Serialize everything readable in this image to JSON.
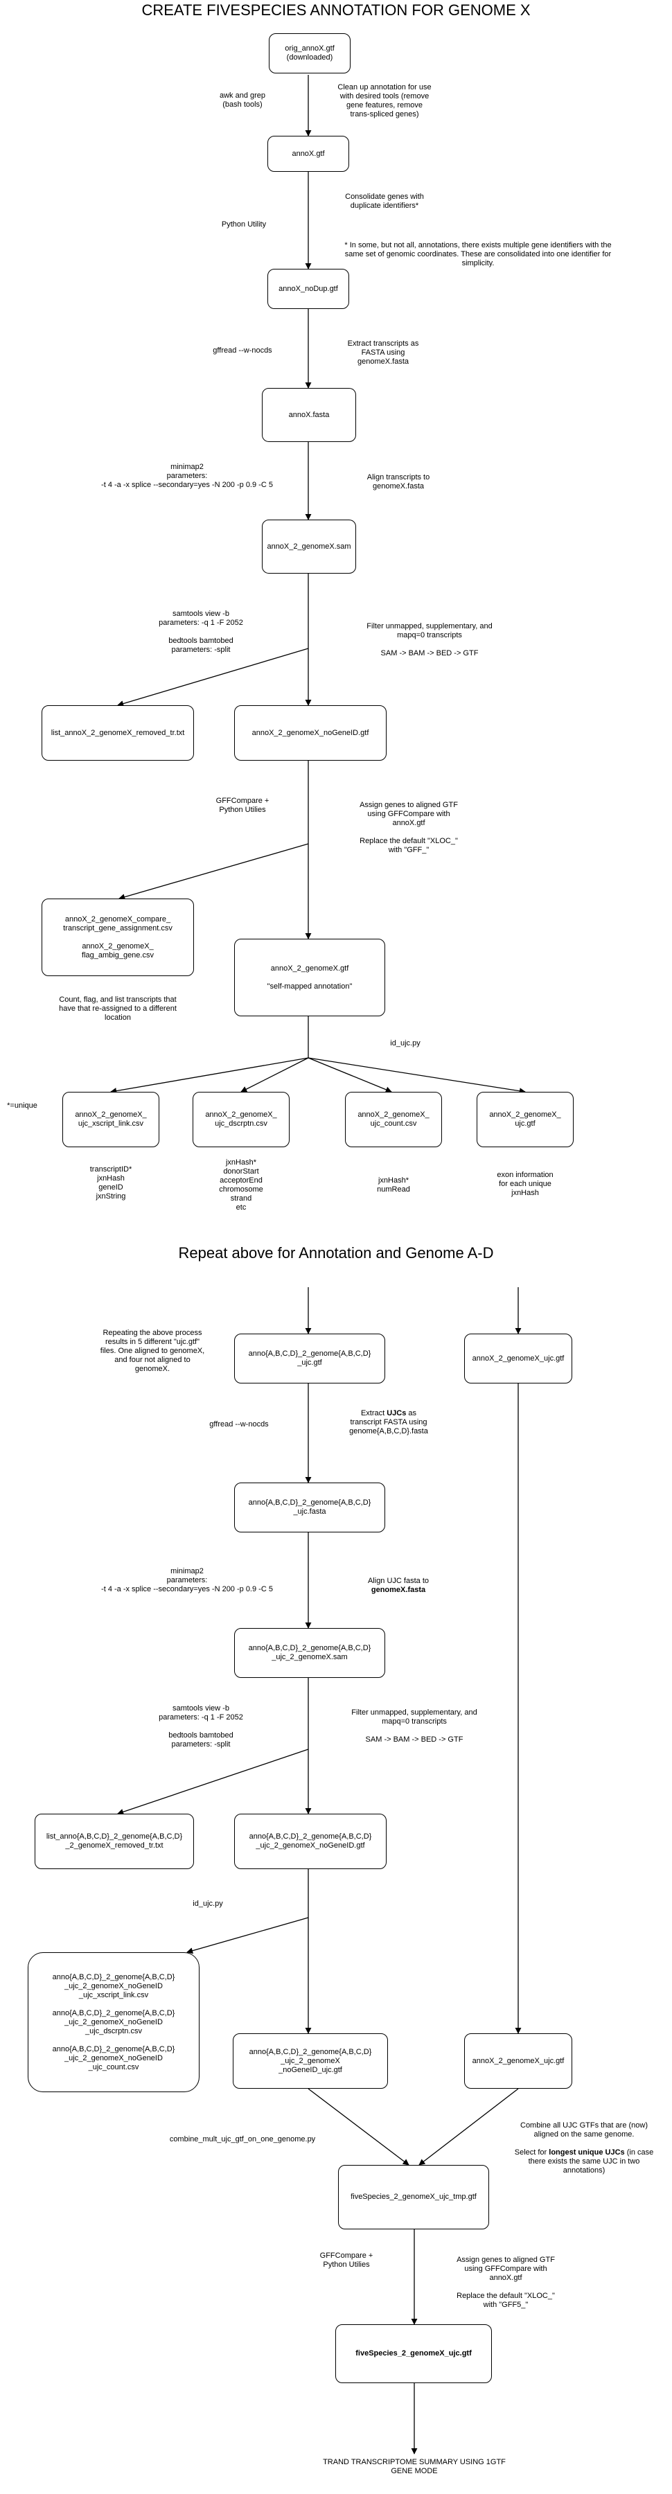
{
  "titles": {
    "main": "CREATE FIVESPECIES ANNOTATION FOR GENOME X",
    "repeat": "Repeat above for Annotation and Genome A-D"
  },
  "nodes": {
    "orig": "orig_annoX.gtf\n(downloaded)",
    "annoX": "annoX.gtf",
    "noDup": "annoX_noDup.gtf",
    "fasta": "annoX.fasta",
    "sam": "annoX_2_genomeX.sam",
    "removed": "list_annoX_2_genomeX_removed_tr.txt",
    "noGeneID": "annoX_2_genomeX_noGeneID.gtf",
    "compare_csv": "annoX_2_genomeX_compare_\ntranscript_gene_assignment.csv\n\nannoX_2_genomeX_\nflag_ambig_gene.csv",
    "selfmapped": "annoX_2_genomeX.gtf\n\n\"self-mapped annotation\"",
    "ujc_link": "annoX_2_genomeX_\nujc_xscript_link.csv",
    "ujc_dscrptn": "annoX_2_genomeX_\nujc_dscrptn.csv",
    "ujc_count": "annoX_2_genomeX_\nujc_count.csv",
    "ujc_gtf": "annoX_2_genomeX_\nujc.gtf",
    "r_ujc": "anno{A,B,C,D}_2_genome{A,B,C,D}\n_ujc.gtf",
    "r_ujcX": "annoX_2_genomeX_ujc.gtf",
    "r_fasta": "anno{A,B,C,D}_2_genome{A,B,C,D}\n_ujc.fasta",
    "r_sam": "anno{A,B,C,D}_2_genome{A,B,C,D}\n_ujc_2_genomeX.sam",
    "r_removed": "list_anno{A,B,C,D}_2_genome{A,B,C,D}\n_2_genomeX_removed_tr.txt",
    "r_noGeneID": "anno{A,B,C,D}_2_genome{A,B,C,D}\n_ujc_2_genomeX_noGeneID.gtf",
    "r_csvs": "anno{A,B,C,D}_2_genome{A,B,C,D}\n_ujc_2_genomeX_noGeneID\n_ujc_xscript_link.csv\n\nanno{A,B,C,D}_2_genome{A,B,C,D}\n_ujc_2_genomeX_noGeneID\n_ujc_dscrptn.csv\n\nanno{A,B,C,D}_2_genome{A,B,C,D}\n_ujc_2_genomeX_noGeneID\n_ujc_count.csv",
    "r_ujc_gtf": "anno{A,B,C,D}_2_genome{A,B,C,D}\n_ujc_2_genomeX\n_noGeneID_ujc.gtf",
    "r_ujcX2": "annoX_2_genomeX_ujc.gtf",
    "tmp": "fiveSpecies_2_genomeX_ujc_tmp.gtf",
    "final": "fiveSpecies_2_genomeX_ujc.gtf"
  },
  "labels": {
    "awk": "awk and grep\n(bash tools)",
    "cleanup": "Clean up annotation for use\nwith desired tools (remove\ngene features, remove\ntrans-spliced genes)",
    "consolidate": "Consolidate genes with\nduplicate identifiers*",
    "python_utility": "Python Utility",
    "footnote": "* In some, but not all, annotations, there exists multiple gene identifiers with the\nsame set of genomic coordinates. These are consolidated into one identifier for\nsimplicity.",
    "gffread": "gffread --w-nocds",
    "extract": "Extract transcripts as\nFASTA using\ngenomeX.fasta",
    "minimap": "minimap2\nparameters:\n-t 4 -a -x splice --secondary=yes -N 200 -p 0.9 -C 5",
    "align": "Align transcripts to\ngenomeX.fasta",
    "samtools": "samtools view -b\nparameters: -q 1 -F 2052\n\nbedtools bamtobed\nparameters: -split",
    "filter": "Filter unmapped, supplementary, and\nmapq=0 transcripts\n\nSAM -> BAM -> BED -> GTF",
    "gffcompare": "GFFCompare +\nPython Utilies",
    "assign": "Assign genes to aligned GTF\nusing GFFCompare with\nannoX.gtf\n\nReplace the default \"XLOC_\"\nwith \"GFF_\"",
    "count_flag": "Count, flag, and list transcripts that\nhave that re-assigned to a different\nlocation",
    "id_ujc": "id_ujc.py",
    "unique_note": "*=unique",
    "link_fields": "transcriptID*\njxnHash\ngeneID\njxnString",
    "dscrptn_fields": "jxnHash*\ndonorStart\nacceptorEnd\nchromosome\nstrand\netc",
    "count_fields": "jxnHash*\nnumRead",
    "gtf_fields": "exon information\nfor each unique\njxnHash",
    "repeating": "Repeating the above process\nresults in 5 different \"ujc.gtf\"\nfiles. One aligned to genomeX,\nand four not aligned to\ngenomeX.",
    "r_gffread": "gffread --w-nocds",
    "r_extract_1": "Extract ",
    "r_extract_b": "UJCs",
    "r_extract_2": " as\ntranscript FASTA using\ngenome{A,B,C,D}.fasta",
    "r_minimap": "minimap2\nparameters:\n-t 4 -a -x splice --secondary=yes -N 200 -p 0.9 -C 5",
    "r_align_1": "Align UJC fasta to\n",
    "r_align_b": "genomeX.fasta",
    "r_samtools": "samtools view -b\nparameters: -q 1 -F 2052\n\nbedtools bamtobed\nparameters: -split",
    "r_filter": "Filter unmapped, supplementary, and\nmapq=0 transcripts\n\nSAM -> BAM -> BED -> GTF",
    "r_id_ujc": "id_ujc.py",
    "combine_script": "combine_mult_ujc_gtf_on_one_genome.py",
    "combine_1": "Combine all UJC GTFs that are (now)\naligned on the same genome.\n\nSelect for ",
    "combine_b": "longest unique UJCs",
    "combine_2": " (in case\nthere exists the same UJC in two\nannotations)",
    "r_gffcompare": "GFFCompare +\nPython Utilies",
    "r_assign": "Assign genes to aligned GTF\nusing GFFCompare with\nannoX.gtf\n\nReplace the default \"XLOC_\"\nwith \"GFF5_\"",
    "trand": "TRAND TRANSCRIPTOME SUMMARY USING 1GTF\nGENE MODE"
  },
  "colors": {
    "stroke": "#000000",
    "background": "#ffffff"
  }
}
